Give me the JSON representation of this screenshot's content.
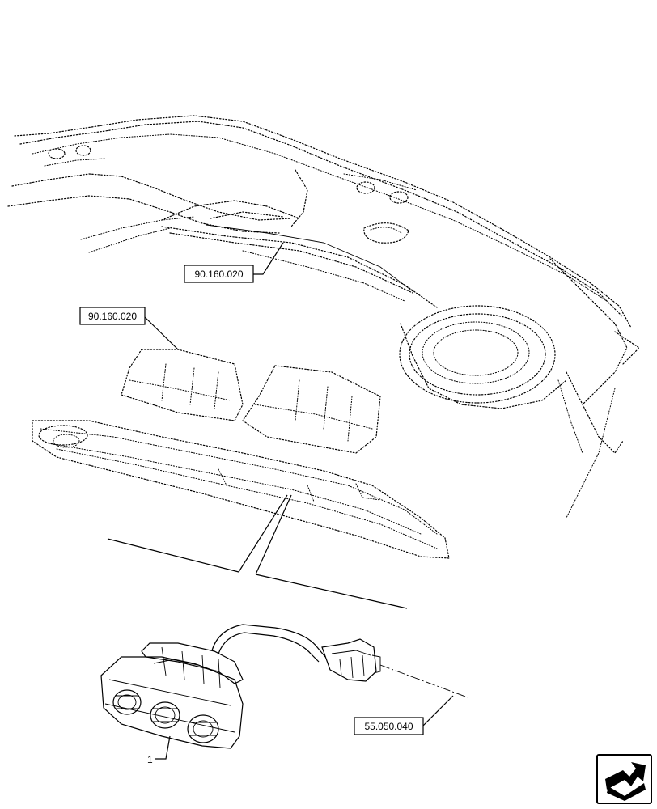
{
  "callouts": {
    "dash_ref_top": "90.160.020",
    "dash_ref_mid": "90.160.020",
    "connector_ref": "55.050.040"
  },
  "item_number": "1",
  "nav_icon": "next-page-arrow-icon"
}
